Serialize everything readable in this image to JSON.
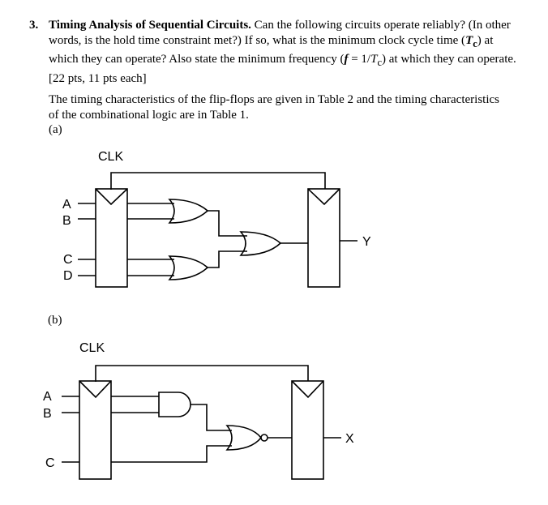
{
  "problem": {
    "number": "3.",
    "title": "Timing Analysis of Sequential Circuits.",
    "text_1": " Can the following circuits operate reliably? (In other words, is the hold time constraint met?) If so, what is the minimum clock cycle time (",
    "tc_symbol": "T",
    "tc_sub": "c",
    "text_2": ") at which they can operate? Also state the minimum frequency (",
    "f_symbol": "f",
    "text_3": " = 1/",
    "text_4": ") at which they can operate.  [22 pts, 11 pts each]",
    "timing_note": "The timing characteristics of the flip-flops are given in Table 2 and the timing characteristics of the combinational logic are in Table 1."
  },
  "circuit_a": {
    "label": "(a)",
    "clk": "CLK",
    "inputs": [
      "A",
      "B",
      "C",
      "D"
    ],
    "output": "Y"
  },
  "circuit_b": {
    "label": "(b)",
    "clk": "CLK",
    "inputs": [
      "A",
      "B",
      "C"
    ],
    "output": "X"
  }
}
